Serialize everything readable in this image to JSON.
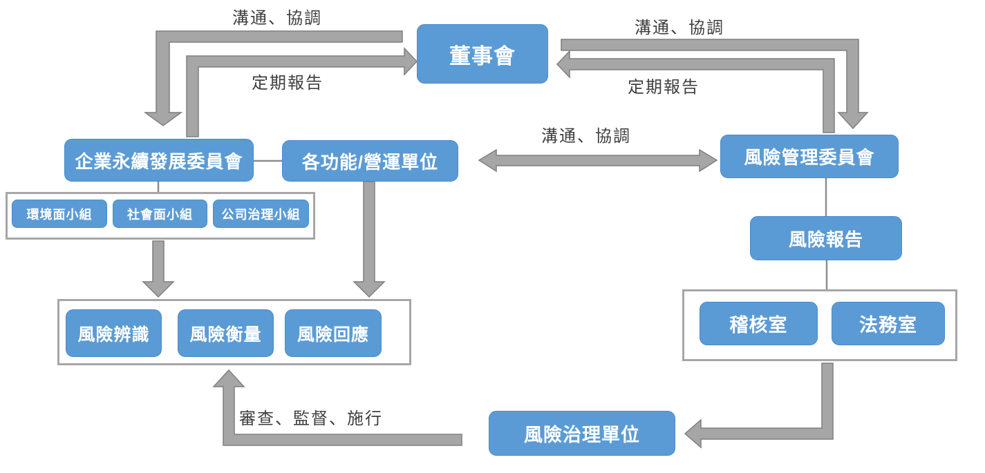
{
  "colors": {
    "node_blue": "#5b9bd5",
    "node_border": "#4a89c8",
    "node_text": "#ffffff",
    "arrow_gray": "#a6a6a6",
    "arrow_border": "#7f7f7f",
    "container_border": "#a6a6a6",
    "label_text": "#3f3f3f"
  },
  "nodes": {
    "board": "董事會",
    "sustainability_committee": "企業永續發展委員會",
    "functional_units": "各功能/營運單位",
    "risk_committee": "風險管理委員會",
    "risk_report": "風險報告",
    "environment_team": "環境面小組",
    "social_team": "社會面小組",
    "governance_team": "公司治理小組",
    "risk_identification": "風險辨識",
    "risk_measurement": "風險衡量",
    "risk_response": "風險回應",
    "audit_office": "稽核室",
    "legal_office": "法務室",
    "risk_governance_unit": "風險治理單位"
  },
  "arrow_labels": {
    "left_communication": "溝通、協調",
    "left_periodic_report": "定期報告",
    "right_communication": "溝通、協調",
    "right_periodic_report": "定期報告",
    "middle_communication": "溝通、協調",
    "bottom_review": "審查、監督、施行"
  }
}
